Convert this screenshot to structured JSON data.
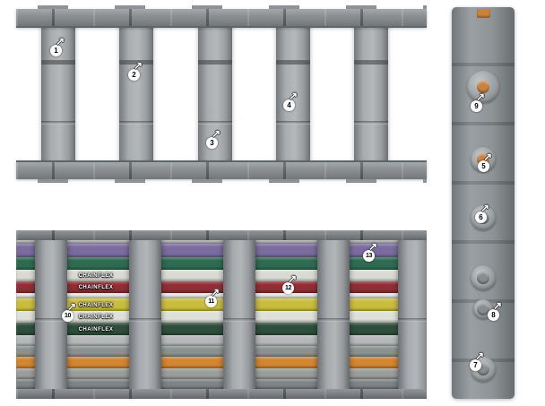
{
  "figure": {
    "background": "#ffffff",
    "chain_color": "#8e9296",
    "chain_dark": "#6f7477",
    "chain_light": "#b9bdbf",
    "pin_color": "#cb823e"
  },
  "icons": {
    "callout_arrow": "↗"
  },
  "markers": [
    {
      "label": "1"
    },
    {
      "label": "2"
    },
    {
      "label": "3"
    },
    {
      "label": "4"
    },
    {
      "label": "5"
    },
    {
      "label": "6"
    },
    {
      "label": "7"
    },
    {
      "label": "8"
    },
    {
      "label": "9"
    },
    {
      "label": "10"
    },
    {
      "label": "11"
    },
    {
      "label": "12"
    },
    {
      "label": "13"
    }
  ],
  "cables": {
    "brand_label": "CHAINFLEX",
    "label_count": 5,
    "stripes": [
      {
        "color": "#b0b0ae"
      },
      {
        "color": "#7a6c9e"
      },
      {
        "color": "#2f6b53"
      },
      {
        "color": "#dadad4"
      },
      {
        "color": "#8e2f35"
      },
      {
        "color": "#e6e6e0"
      },
      {
        "color": "#c9bd3d"
      },
      {
        "color": "#e0e0da"
      },
      {
        "color": "#2e4e3d"
      },
      {
        "color": "#b5b8b9"
      },
      {
        "color": "#8b9290"
      },
      {
        "color": "#d2862f"
      },
      {
        "color": "#9c9c9a"
      },
      {
        "color": "#7e8486"
      }
    ]
  }
}
